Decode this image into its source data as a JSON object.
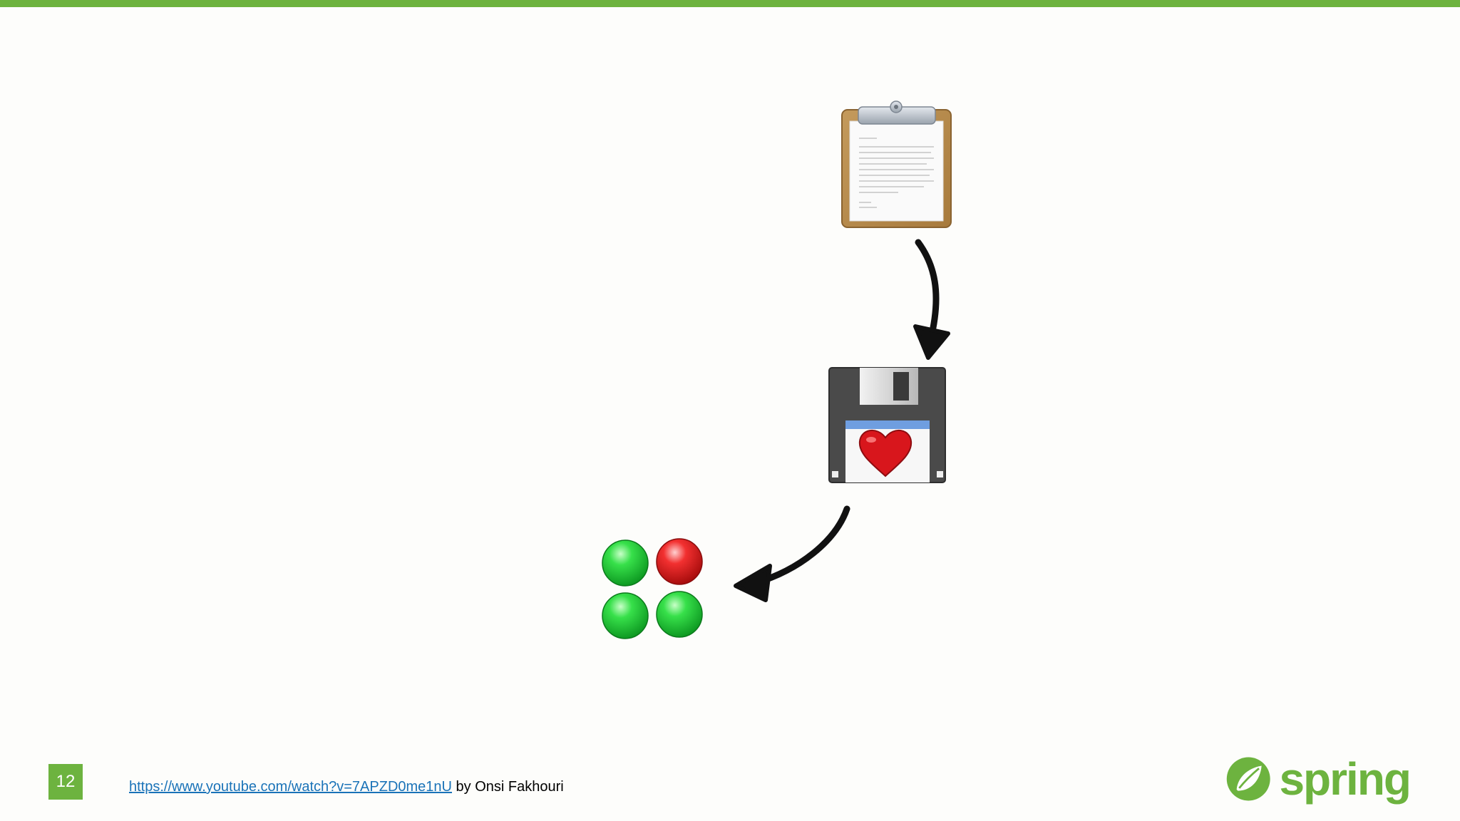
{
  "slide": {
    "page_number": "12",
    "source_url": "https://www.youtube.com/watch?v=7APZD0me1nU",
    "source_author": " by Onsi Fakhouri",
    "logo_text": "spring"
  },
  "icons": {
    "clipboard": "clipboard-icon",
    "floppy": "floppy-disk-heart-icon",
    "lights": "status-lights-icon"
  },
  "status_lights": [
    "green",
    "red",
    "green",
    "green"
  ],
  "colors": {
    "brand_green": "#6db33f",
    "link_blue": "#1a73b8",
    "light_green": "#1ed23a",
    "light_red": "#e51a1a"
  }
}
